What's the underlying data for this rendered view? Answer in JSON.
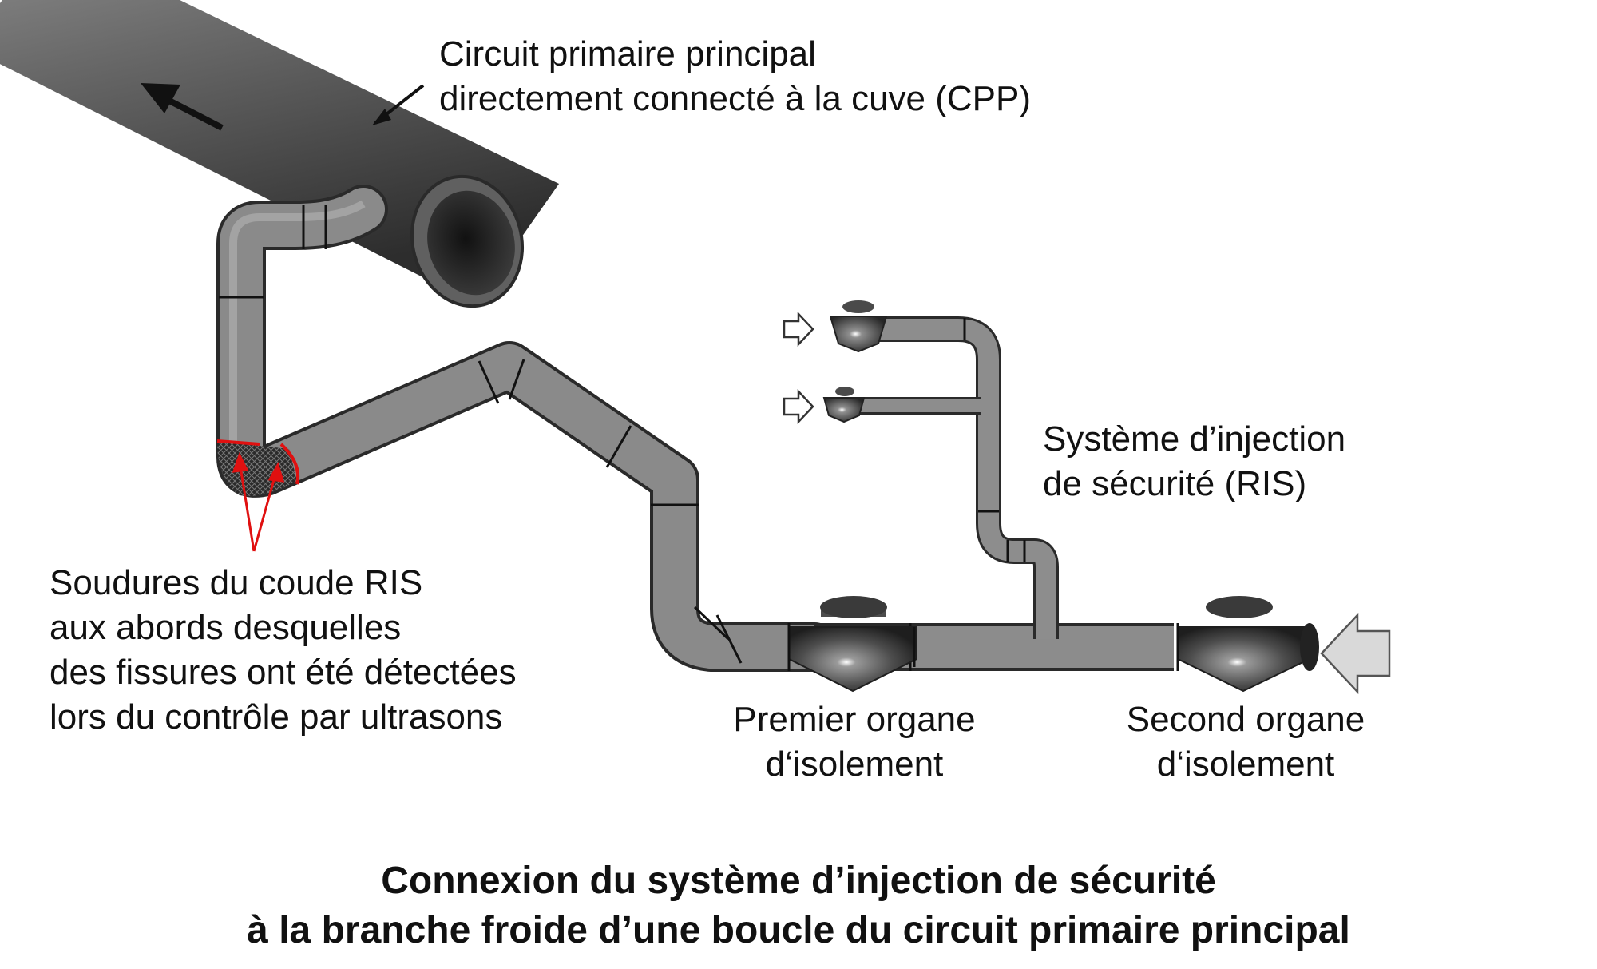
{
  "labels": {
    "cpp": [
      "Circuit primaire principal",
      "directement connecté à la cuve (CPP)"
    ],
    "ris": [
      "Système d’injection",
      "de sécurité (RIS)"
    ],
    "welds": [
      "Soudures du coude RIS",
      "aux abords desquelles",
      "des fissures ont été détectées",
      "lors du contrôle par ultrasons"
    ],
    "first_valve": [
      "Premier organe",
      "d‘isolement"
    ],
    "second_valve": [
      "Second organe",
      "d‘isolement"
    ]
  },
  "caption": [
    "Connexion du système d’injection de sécurité",
    "à la branche froide d’une boucle du circuit primaire principal"
  ],
  "colors": {
    "pipe_light": "#9a9a9a",
    "pipe_dark": "#2a2a2a",
    "weld_highlight": "#e01010",
    "flow_arrow": "#d9d9d9",
    "text": "#111111"
  },
  "icons": {
    "flow_direction": "arrow-left-icon",
    "inlets": "outline-arrow-right-icon",
    "injection_inlet": "large-outline-arrow-left-icon"
  }
}
